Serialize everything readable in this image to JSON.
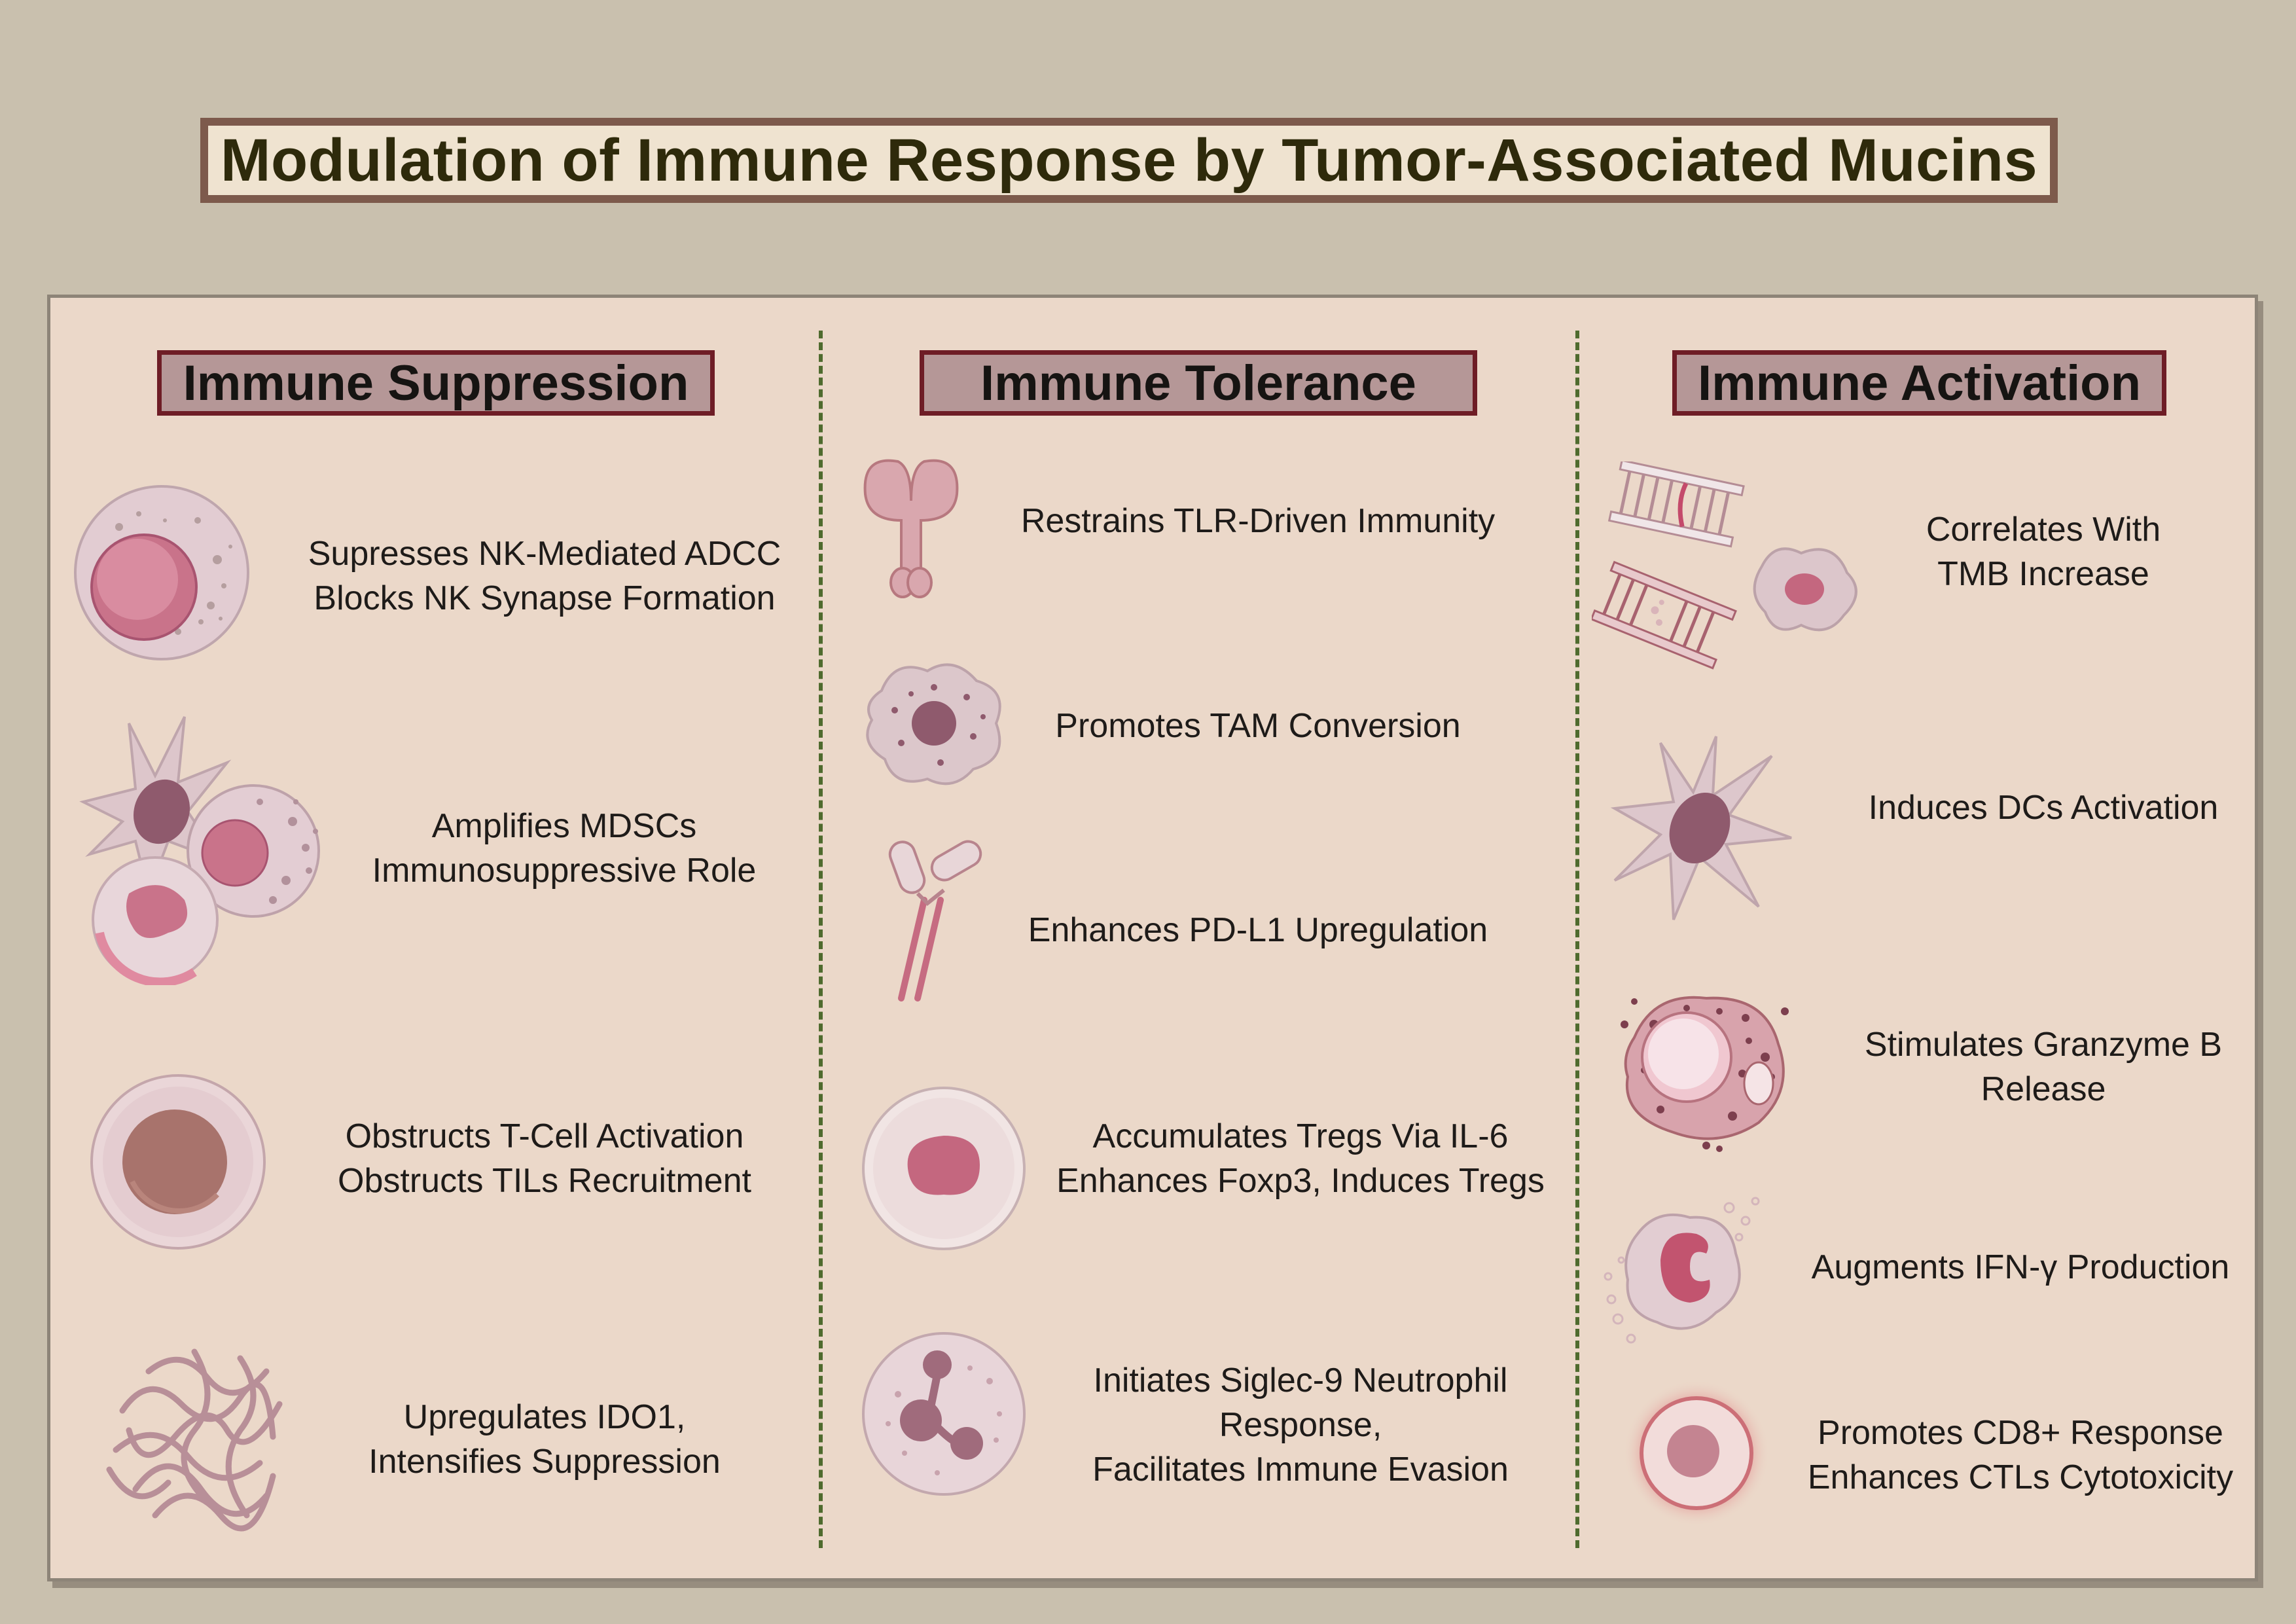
{
  "title": "Modulation of Immune Response by Tumor-Associated Mucins",
  "colors": {
    "background": "#c9c0ae",
    "panel": "#ebd8c9",
    "header_border": "#6e1d26",
    "header_fill": "#b59797",
    "title_border": "#7d5a4c",
    "divider": "#4f6b2e",
    "cell_pink": "#c9738a"
  },
  "columns": [
    {
      "header": "Immune Suppression",
      "items": [
        {
          "icon": "nk-cell-icon",
          "lines": [
            "Supresses NK-Mediated ADCC",
            "Blocks NK Synapse Formation"
          ]
        },
        {
          "icon": "mdsc-cells-icon",
          "lines": [
            "Amplifies MDSCs",
            "Immunosuppressive Role"
          ]
        },
        {
          "icon": "t-cell-icon",
          "lines": [
            "Obstructs T-Cell Activation",
            "Obstructs TILs Recruitment"
          ]
        },
        {
          "icon": "ido1-protein-icon",
          "lines": [
            "Upregulates IDO1,",
            "Intensifies Suppression"
          ]
        }
      ]
    },
    {
      "header": "Immune Tolerance",
      "items": [
        {
          "icon": "tlr-receptor-icon",
          "lines": [
            "Restrains TLR-Driven Immunity"
          ]
        },
        {
          "icon": "macrophage-icon",
          "lines": [
            "Promotes TAM Conversion"
          ]
        },
        {
          "icon": "pd-l1-receptor-icon",
          "lines": [
            "Enhances PD-L1 Upregulation"
          ]
        },
        {
          "icon": "treg-cell-icon",
          "lines": [
            "Accumulates Tregs Via IL-6",
            "Enhances Foxp3, Induces Tregs"
          ]
        },
        {
          "icon": "neutrophil-icon",
          "lines": [
            "Initiates Siglec-9 Neutrophil",
            "Response,",
            "Facilitates Immune Evasion"
          ]
        }
      ]
    },
    {
      "header": "Immune Activation",
      "items": [
        {
          "icon": "dna-tumor-cell-icon",
          "lines": [
            "Correlates With",
            "TMB Increase"
          ]
        },
        {
          "icon": "dendritic-cell-icon",
          "lines": [
            "Induces DCs Activation"
          ]
        },
        {
          "icon": "granular-cell-icon",
          "lines": [
            "Stimulates Granzyme B",
            "Release"
          ]
        },
        {
          "icon": "ifn-cell-icon",
          "lines": [
            "Augments IFN-γ Production"
          ]
        },
        {
          "icon": "ctl-cell-icon",
          "lines": [
            "Promotes CD8+ Response",
            "Enhances CTLs Cytotoxicity"
          ]
        }
      ]
    }
  ]
}
